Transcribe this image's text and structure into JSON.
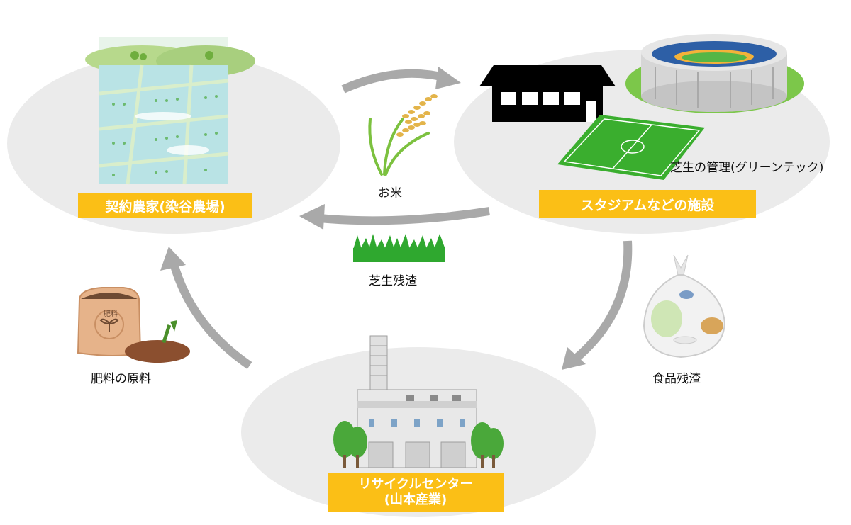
{
  "nodes": {
    "farm": {
      "label": "契約農家(染谷農場)"
    },
    "stadium": {
      "label": "スタジアムなどの施設",
      "turf_note": "芝生の管理(グリーンテック)"
    },
    "recycle": {
      "label_line1": "リサイクルセンター",
      "label_line2": "(山本産業)"
    }
  },
  "flows": {
    "rice": "お米",
    "turf_residue": "芝生残渣",
    "food_residue": "食品残渣",
    "fertilizer": "肥料の原料"
  },
  "icons": {
    "fertilizer_bag_text": "肥料"
  },
  "colors": {
    "label_bg": "#fbbf16",
    "ellipse": "#ebebeb",
    "arrow": "#a9a9a9"
  }
}
